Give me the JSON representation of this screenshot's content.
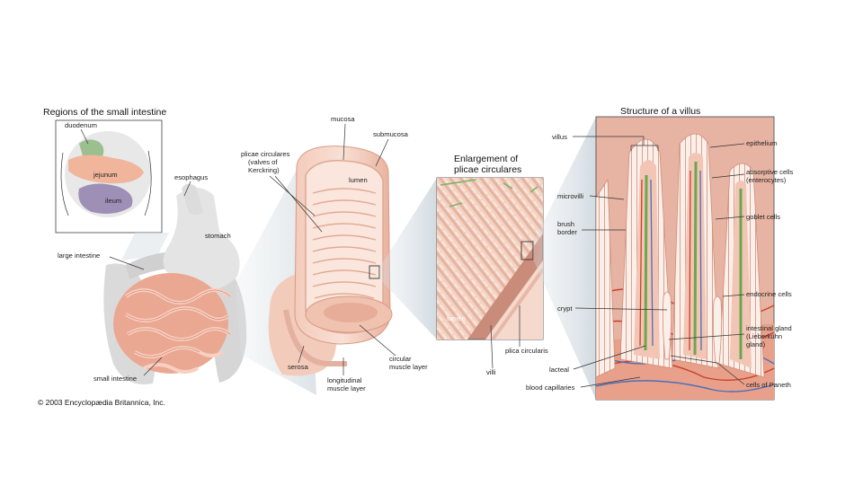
{
  "titles": {
    "regions": "Regions of the small intestine",
    "enlargement_line1": "Enlargement of",
    "enlargement_line2": "plicae circulares",
    "villus": "Structure of a villus"
  },
  "labels": {
    "duodenum": "duodenum",
    "jejunum": "jejunum",
    "ileum": "ileum",
    "esophagus": "esophagus",
    "stomach": "stomach",
    "large_intestine": "large intestine",
    "small_intestine": "small intestine",
    "mucosa": "mucosa",
    "submucosa": "submucosa",
    "plicae_1": "plicae circulares",
    "plicae_2": "(valves of",
    "plicae_3": "Kerckring)",
    "lumen_tube": "lumen",
    "serosa": "serosa",
    "longitudinal_1": "longitudinal",
    "longitudinal_2": "muscle layer",
    "circular_1": "circular",
    "circular_2": "muscle layer",
    "lumen_enl": "lumen",
    "villi": "villi",
    "plica_circularis": "plica circularis",
    "villus": "villus",
    "microvilli": "microvilli",
    "brush_1": "brush",
    "brush_2": "border",
    "crypt": "crypt",
    "lacteal": "lacteal",
    "blood_capillaries": "blood capillaries",
    "epithelium": "epithelium",
    "absorptive_1": "absorptive cells",
    "absorptive_2": "(enterocytes)",
    "goblet": "goblet cells",
    "endocrine": "endocrine cells",
    "gland_1": "intestinal gland",
    "gland_2": "(Lieberkühn",
    "gland_3": "gland)",
    "paneth": "cells of Paneth"
  },
  "copyright": "© 2003 Encyclopædia Britannica, Inc.",
  "colors": {
    "intestine_pink": "#eab3a0",
    "tissue_light": "#f6d6c8",
    "panel_bg": "#e9b8a8",
    "artery_red": "#c8402c",
    "vein_blue": "#4a6fb8",
    "lacteal_green": "#6aa84f",
    "organ_gray": "#d9d9d9",
    "projection_gray": "#c9d2d8"
  }
}
